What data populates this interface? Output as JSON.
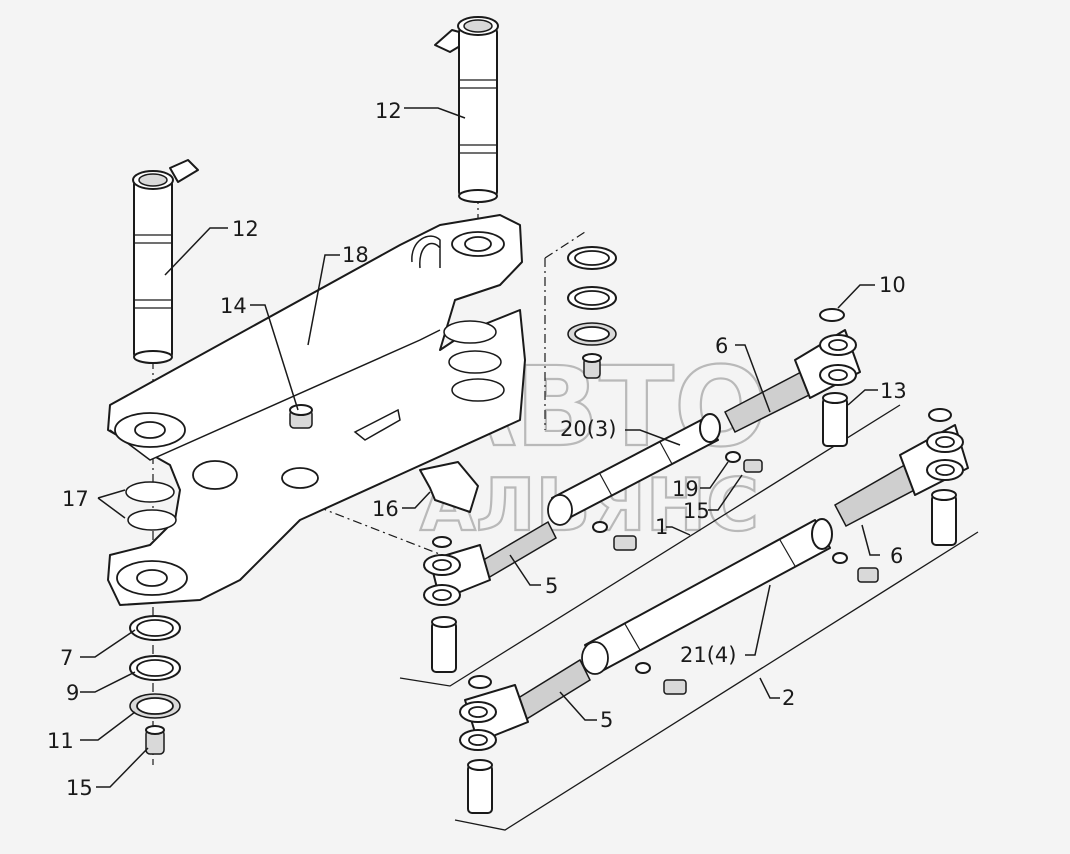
{
  "diagram": {
    "callouts": {
      "c12_top": "12",
      "c12_left": "12",
      "c18": "18",
      "c14": "14",
      "c10": "10",
      "c6_top": "6",
      "c13": "13",
      "c20": "20(3)",
      "c19": "19",
      "c15_mid": "15",
      "c1": "1",
      "c16": "16",
      "c17": "17",
      "c5_mid": "5",
      "c6_right": "6",
      "c21": "21(4)",
      "c2": "2",
      "c7": "7",
      "c9": "9",
      "c11": "11",
      "c15_bottom": "15",
      "c5_bottom": "5"
    },
    "watermark": {
      "line1": "АВТО",
      "line2": "АЛЬЯНС"
    }
  }
}
